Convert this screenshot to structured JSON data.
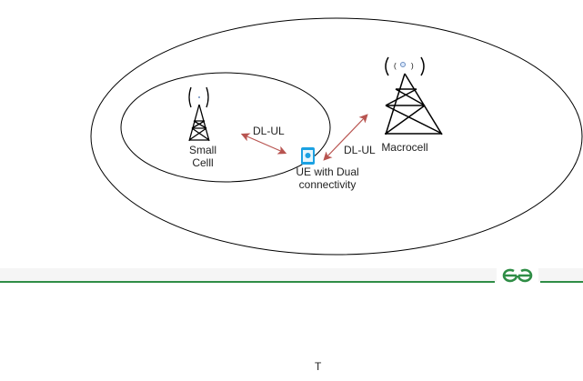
{
  "diagram": {
    "small_cell_label": "Small Celll",
    "macrocell_label": "Macrocell",
    "ue_label": "UE with Dual connectivity",
    "link_small_label": "DL-UL",
    "link_macro_label": "DL-UL",
    "arrow_color": "#b85450",
    "ue_color": "#1ba1e2"
  },
  "footer": {
    "logo_text": "GfG",
    "brand_color": "#2f8d46"
  },
  "cursor_text": "T"
}
